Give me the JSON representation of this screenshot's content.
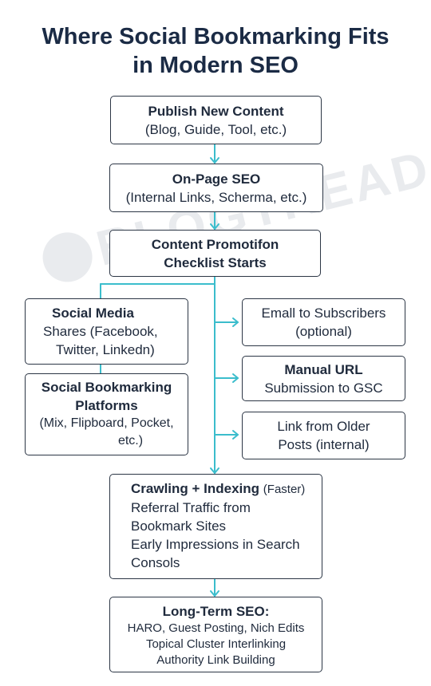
{
  "title": {
    "line1": "Where Social Bookmarking Fits",
    "line2": "in Modern SEO"
  },
  "watermark": "BLOGTREAD",
  "nodes": {
    "publish": {
      "title": "Publish New Content",
      "sub": "(Blog, Guide, Tool, etc.)"
    },
    "onpage": {
      "title": "On-Page SEO",
      "sub": "(Internal Links, Scherma, etc.)"
    },
    "promotion": {
      "line1": "Content Promotifon",
      "line2": "Checklist Starts"
    },
    "social_media": {
      "title": "Social Media",
      "line1": "Shares (Facebook,",
      "line2": "Twitter, Linkedn)"
    },
    "bookmarking": {
      "title1": "Social Bookmarking",
      "title2": "Platforms",
      "line1": "(Mix, Flipboard, Pocket,",
      "line2": "etc.)"
    },
    "email": {
      "line1": "Emall to Subscribers",
      "line2": "(optional)"
    },
    "manual_url": {
      "title": "Manual URL",
      "line1": "Submission to GSC"
    },
    "older_posts": {
      "line1": "Link from Older",
      "line2": "Posts (internal)"
    },
    "crawling": {
      "title": "Crawling + Indexing",
      "title_suffix": "(Faster)",
      "line1": "Referral Traffic from",
      "line2": "Bookmark Sites",
      "line3": "Early Impressions in Search",
      "line4": "Consols"
    },
    "longterm": {
      "title": "Long-Term SEO:",
      "line1": "HARO, Guest Posting, Nich Edits",
      "line2": "Topical Cluster Interlinking",
      "line3": "Authority Link Building"
    }
  },
  "colors": {
    "connector": "#3bbdcc",
    "border": "#2c3645",
    "text": "#1f2a3c"
  }
}
